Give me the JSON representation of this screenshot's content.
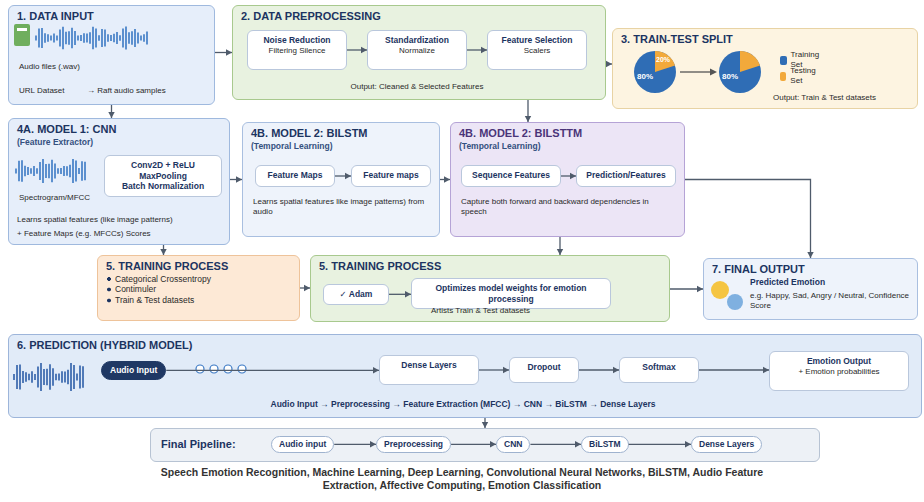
{
  "diagram": {
    "caption": "Speech Emotion Recognition, Machine Learning, Deep Learning, Convolutional Neural Networks, BiLSTM, Audio Feature Extraction, Affective Computing, Emotion Classification",
    "nodes": [
      {
        "text": [
          "1. DATA INPUT",
          "Audio files (.wav)",
          "URL Dataset",
          "→ Raft audio samples"
        ]
      },
      {
        "text": [
          "2. DATA PREPROCESSING",
          "Output: Cleaned & Selected Features"
        ]
      },
      {
        "text": [
          "Noise Reduction",
          "Filtering Silence"
        ],
        "in": 1
      },
      {
        "text": [
          "Standardization",
          "Normalize"
        ],
        "in": 1
      },
      {
        "text": [
          "Feature Selection",
          "Scalers"
        ],
        "in": 1
      },
      {
        "text": [
          "3. TRAIN-TEST SPLIT",
          "Output: Train & Test datasets"
        ]
      },
      {
        "text": [
          "4A. MODEL 1: CNN",
          "(Feature Extractor)",
          "Spectrogram/MFCC",
          "Learns spatial features (like image patterns)",
          "+ Feature Maps (e.g. MFCCs) Scores"
        ]
      },
      {
        "text": [
          "Conv2D + ReLU",
          "MaxPooling",
          "Batch Normalization"
        ],
        "in": 6
      },
      {
        "text": [
          "4B. MODEL 2: BILSTM",
          "(Temporal Learning)",
          "Learns spatial features like image patterns) from audio"
        ]
      },
      {
        "text": [
          "Feature Maps"
        ],
        "in": 8
      },
      {
        "text": [
          "Feature maps"
        ],
        "in": 8
      },
      {
        "text": [
          "4B. MODEL 2: BILSTTM",
          "(Temporal Learning)",
          "Capture both forward and backward dependencies in speech"
        ]
      },
      {
        "text": [
          "Sequence Features"
        ],
        "in": 11
      },
      {
        "text": [
          "Prediction/Features"
        ],
        "in": 11
      },
      {
        "text": [
          "5. TRAINING PROCESS",
          "Categorical Crossentropy",
          "Contimuler",
          "Train & Test datasets"
        ]
      },
      {
        "text": [
          "5. TRAINING PROCESS",
          "Artists Train & Test datasets"
        ]
      },
      {
        "text": [
          "✓ Adam"
        ],
        "in": 15
      },
      {
        "text": [
          "Optimizes model weights for emotion processing"
        ],
        "in": 15
      },
      {
        "text": [
          "7. FINAL OUTPUT",
          "Predicted Emotion",
          "e.g. Happy, Sad, Angry / Neutral, Confidence Score"
        ]
      },
      {
        "text": [
          "6. PREDICTION (HYBRID MODEL)",
          "Audio Input → Preprocessing → Feature Extraction (MFCC) → CNN → BiLSTM → Dense Layers"
        ]
      },
      {
        "text": [
          "Audio Input"
        ],
        "in": 19
      },
      {
        "text": [
          "Dense Layers"
        ],
        "in": 19
      },
      {
        "text": [
          "Dropout"
        ],
        "in": 19
      },
      {
        "text": [
          "Softmax"
        ],
        "in": 19
      },
      {
        "text": [
          "Emotion Output",
          "+ Emotion probabilities"
        ],
        "in": 19
      },
      {
        "text": [
          "Final Pipeline:"
        ]
      },
      {
        "text": [
          "Audio input"
        ],
        "in": 25
      },
      {
        "text": [
          "Preprocessing"
        ],
        "in": 25
      },
      {
        "text": [
          "CNN"
        ],
        "in": 25
      },
      {
        "text": [
          "BiLSTM"
        ],
        "in": 25
      },
      {
        "text": [
          "Dense Layers"
        ],
        "in": 25
      }
    ],
    "edges": [
      {
        "from": 0,
        "to": 1,
        "arrow": "to"
      },
      {
        "from": 1,
        "to": 5,
        "arrow": "to"
      },
      {
        "from": 2,
        "to": 3,
        "arrow": "to"
      },
      {
        "from": 3,
        "to": 4,
        "arrow": "to"
      },
      {
        "from": 0,
        "to": 6,
        "arrow": "to"
      },
      {
        "from": 6,
        "to": 8,
        "arrow": "to"
      },
      {
        "from": 8,
        "to": 11,
        "arrow": "to"
      },
      {
        "from": 1,
        "to": 11,
        "arrow": "to"
      },
      {
        "from": 9,
        "to": 10,
        "arrow": "to"
      },
      {
        "from": 12,
        "to": 13,
        "arrow": "to"
      },
      {
        "from": 6,
        "to": 14,
        "arrow": "to"
      },
      {
        "from": 11,
        "to": 15,
        "arrow": "to"
      },
      {
        "from": 14,
        "to": 15,
        "arrow": "to"
      },
      {
        "from": 16,
        "to": 17,
        "arrow": "to"
      },
      {
        "from": 15,
        "to": 18,
        "arrow": "to"
      },
      {
        "from": 11,
        "to": 18,
        "arrow": "to"
      },
      {
        "from": 20,
        "to": 21,
        "arrow": "to"
      },
      {
        "from": 21,
        "to": 22,
        "arrow": "to"
      },
      {
        "from": 22,
        "to": 23,
        "arrow": "to"
      },
      {
        "from": 23,
        "to": 24,
        "arrow": "to"
      },
      {
        "from": 19,
        "to": 25,
        "arrow": "to"
      },
      {
        "from": 26,
        "to": 27,
        "arrow": "to"
      },
      {
        "from": 27,
        "to": 28,
        "arrow": "to"
      },
      {
        "from": 28,
        "to": 29,
        "arrow": "to"
      },
      {
        "from": 29,
        "to": 30,
        "arrow": "to"
      }
    ],
    "labels": [
      "80%",
      "20%",
      "80%"
    ],
    "legend": [
      {
        "text": "Training Set",
        "color": "#2f6db5"
      },
      {
        "text": "Testing Set",
        "color": "#f2a93b"
      }
    ]
  }
}
